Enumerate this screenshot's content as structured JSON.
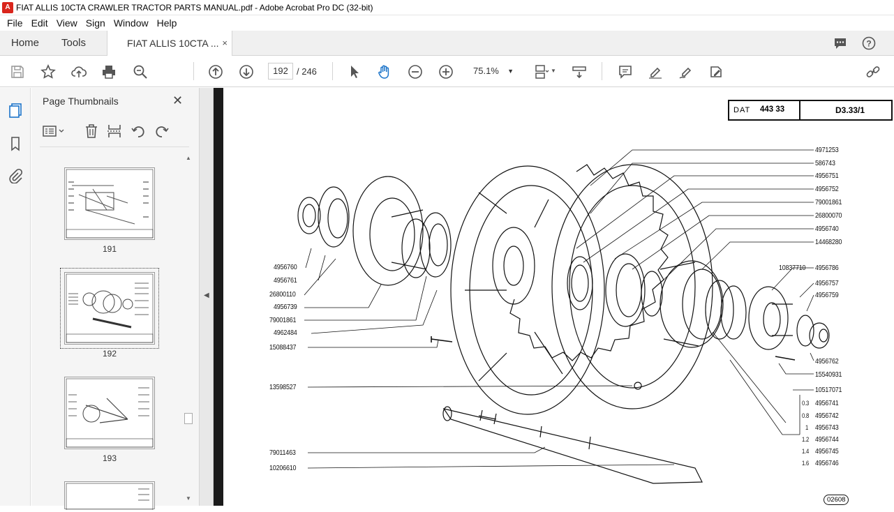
{
  "window": {
    "title": "FIAT ALLIS 10CTA CRAWLER TRACTOR PARTS MANUAL.pdf - Adobe Acrobat Pro DC (32-bit)",
    "app_icon": "pdf-icon"
  },
  "menu": [
    "File",
    "Edit",
    "View",
    "Sign",
    "Window",
    "Help"
  ],
  "tabs": {
    "home": "Home",
    "tools": "Tools",
    "document": "FIAT ALLIS 10CTA ...",
    "close": "×"
  },
  "toolbar": {
    "page_current": "192",
    "page_total": "/ 246",
    "zoom": "75.1%"
  },
  "thumbnails": {
    "title": "Page Thumbnails",
    "close": "✕",
    "pages": [
      {
        "label": "191"
      },
      {
        "label": "192"
      },
      {
        "label": "193"
      }
    ]
  },
  "document": {
    "header_dat": "DAT",
    "header_num": "443 33",
    "header_code": "D3.33/1",
    "drawing_no": "02608",
    "left_parts": [
      "4956760",
      "4956761",
      "26800110",
      "4956739",
      "79001861",
      "4962484",
      "15088437",
      "13598527",
      "79011463",
      "10206610"
    ],
    "right_parts": [
      "4971253",
      "586743",
      "4956751",
      "4956752",
      "79001861",
      "26800070",
      "4956740",
      "14468280",
      "4956786",
      "4956757",
      "4956759",
      "4956762",
      "15540931",
      "10517071"
    ],
    "inline_part": "10837710",
    "shim_parts": [
      {
        "qty": "0.3",
        "part": "4956741"
      },
      {
        "qty": "0.8",
        "part": "4956742"
      },
      {
        "qty": "1",
        "part": "4956743"
      },
      {
        "qty": "1.2",
        "part": "4956744"
      },
      {
        "qty": "1.4",
        "part": "4956745"
      },
      {
        "qty": "1.6",
        "part": "4956746"
      }
    ]
  }
}
